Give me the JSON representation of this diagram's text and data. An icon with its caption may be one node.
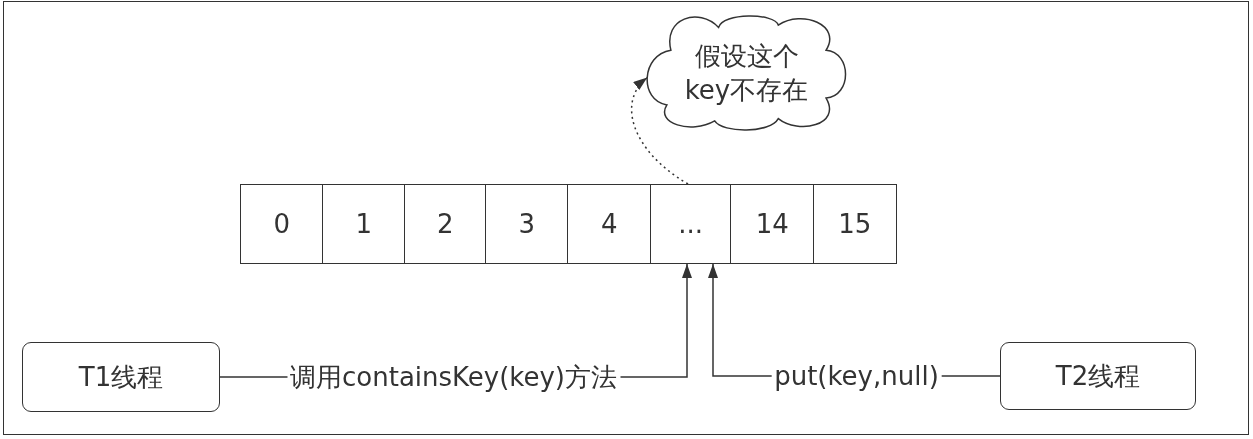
{
  "diagram": {
    "nodes": [
      {
        "text": [
          "假设这个key不存在"
        ]
      },
      {
        "text": [
          "0"
        ]
      },
      {
        "text": [
          "1"
        ]
      },
      {
        "text": [
          "2"
        ]
      },
      {
        "text": [
          "3"
        ]
      },
      {
        "text": [
          "4"
        ]
      },
      {
        "text": [
          "..."
        ]
      },
      {
        "text": [
          "14"
        ]
      },
      {
        "text": [
          "15"
        ]
      },
      {
        "text": [
          "T1线程"
        ]
      },
      {
        "text": [
          "T2线程"
        ]
      }
    ],
    "edges": [
      {
        "from": 6,
        "to": 0,
        "arrow": "to",
        "style": "dashed"
      },
      {
        "from": 9,
        "to": 6,
        "arrow": "to",
        "label": "调用containsKey(key)方法"
      },
      {
        "from": 10,
        "to": 6,
        "arrow": "to",
        "label": "put(key,null)"
      }
    ]
  }
}
